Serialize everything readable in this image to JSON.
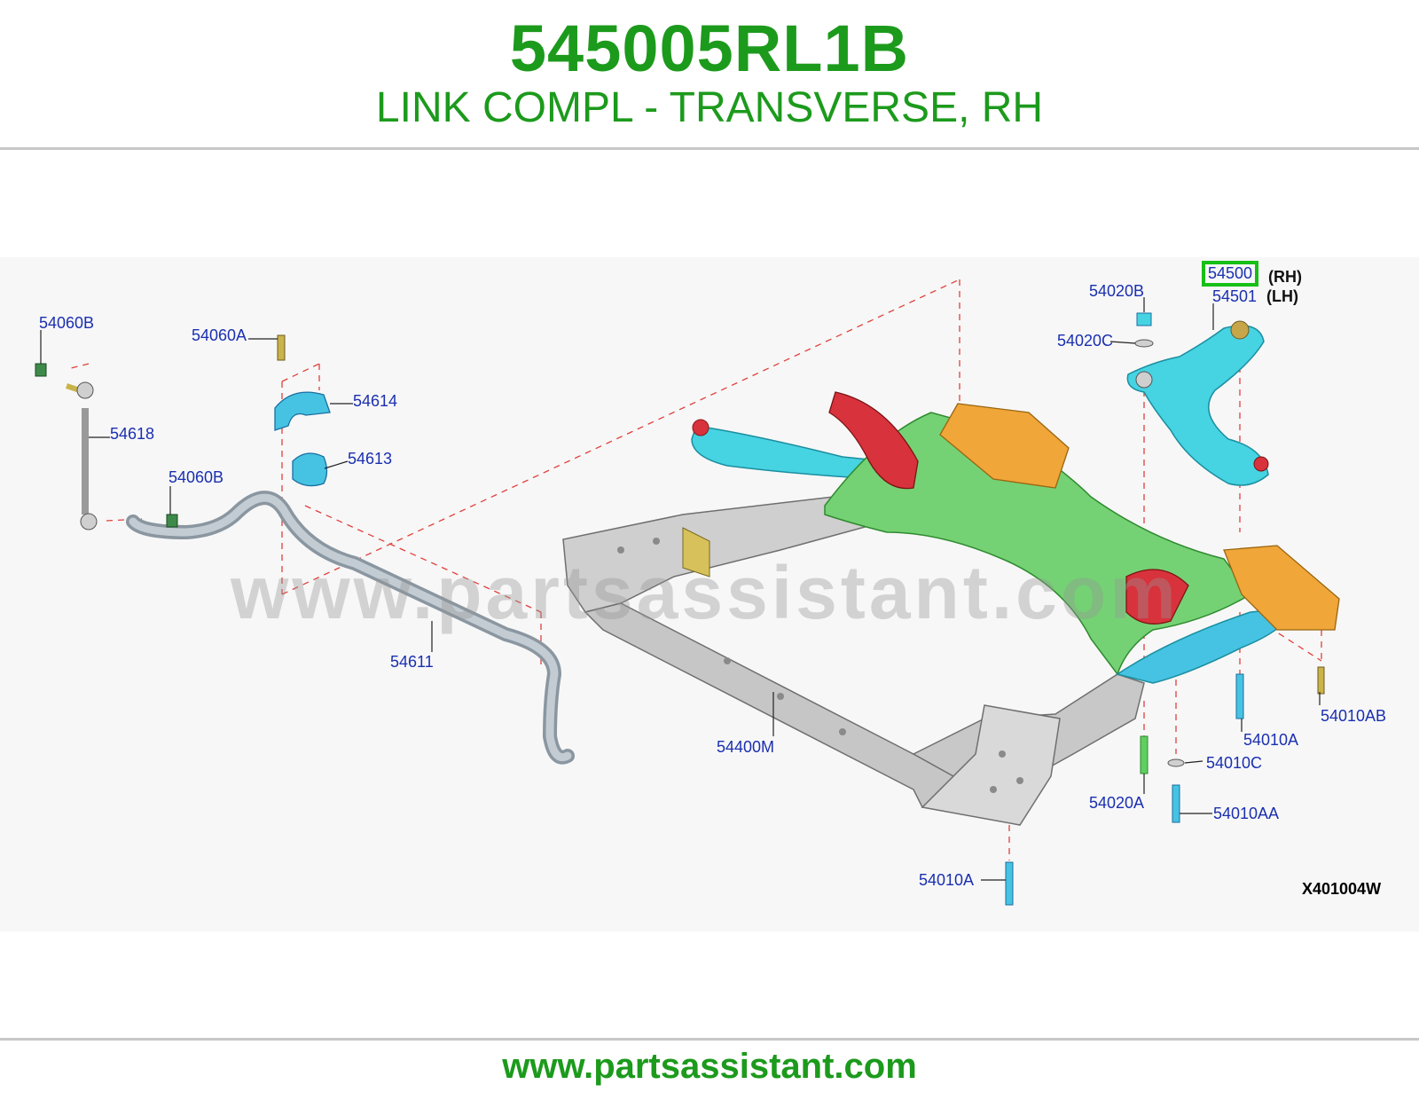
{
  "header": {
    "part_number": "545005RL1B",
    "part_name": "LINK COMPL - TRANSVERSE, RH"
  },
  "diagram": {
    "reference_code": "X401004W",
    "watermark": "www.partsassistant.com",
    "callouts": {
      "c_54060B_top": "54060B",
      "c_54060A": "54060A",
      "c_54614": "54614",
      "c_54613": "54613",
      "c_54618": "54618",
      "c_54060B_mid": "54060B",
      "c_54611": "54611",
      "c_54400M": "54400M",
      "c_54020B": "54020B",
      "c_54020C": "54020C",
      "c_54500": "54500",
      "c_rh": "(RH)",
      "c_54501": "54501",
      "c_lh": "(LH)",
      "c_54010AB": "54010AB",
      "c_54010A_right": "54010A",
      "c_54010C": "54010C",
      "c_54020A": "54020A",
      "c_54010AA": "54010AA",
      "c_54010A_bottom": "54010A"
    }
  },
  "footer": {
    "url": "www.partsassistant.com"
  },
  "colors": {
    "brand_green": "#1c9a1c",
    "callout_blue": "#1a2fb0",
    "highlight_green": "#16c016",
    "arm_cyan": "#3fd6e4",
    "crossmember_green": "#6fd16f",
    "bracket_red": "#d8323c",
    "bracket_orange": "#f0a638",
    "frame_gray": "#c9c9c9",
    "bar_gray": "#a9b3bb"
  }
}
